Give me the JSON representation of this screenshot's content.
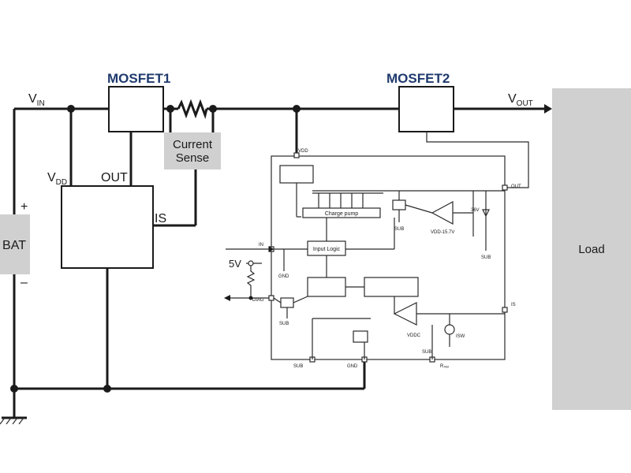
{
  "colors": {
    "title": "#1f3a6e",
    "gray_block": "#d0d0d0",
    "wire": "#1a1a1a"
  },
  "labels": {
    "mosfet1": "MOSFET1",
    "mosfet2": "MOSFET2",
    "vin_main": "V",
    "vin_sub": "IN",
    "vout_main": "V",
    "vout_sub": "OUT",
    "vdd_main": "V",
    "vdd_sub": "DD",
    "out": "OUT",
    "is": "IS",
    "current_sense_line1": "Current",
    "current_sense_line2": "Sense",
    "bat": "BAT",
    "plus": "+",
    "minus": "–",
    "load": "Load",
    "five_v": "5V"
  },
  "ic_labels": {
    "vdd_pin": "VDD",
    "out_pin": "OUT",
    "in_pin": "IN",
    "diag_pin": "DIAG",
    "is_pin": "IS",
    "sub_pin": "SUB",
    "gnd_pin": "GND",
    "rref_pin": "R₄ₑₒ",
    "charge_pump": "Charge pump",
    "input_logic": "Input Logic",
    "v36": "36V",
    "vdd_157": "VDD-15.7V",
    "sub": "SUB",
    "gnd": "GND",
    "vddc": "VDDC",
    "isw": "ISW"
  }
}
